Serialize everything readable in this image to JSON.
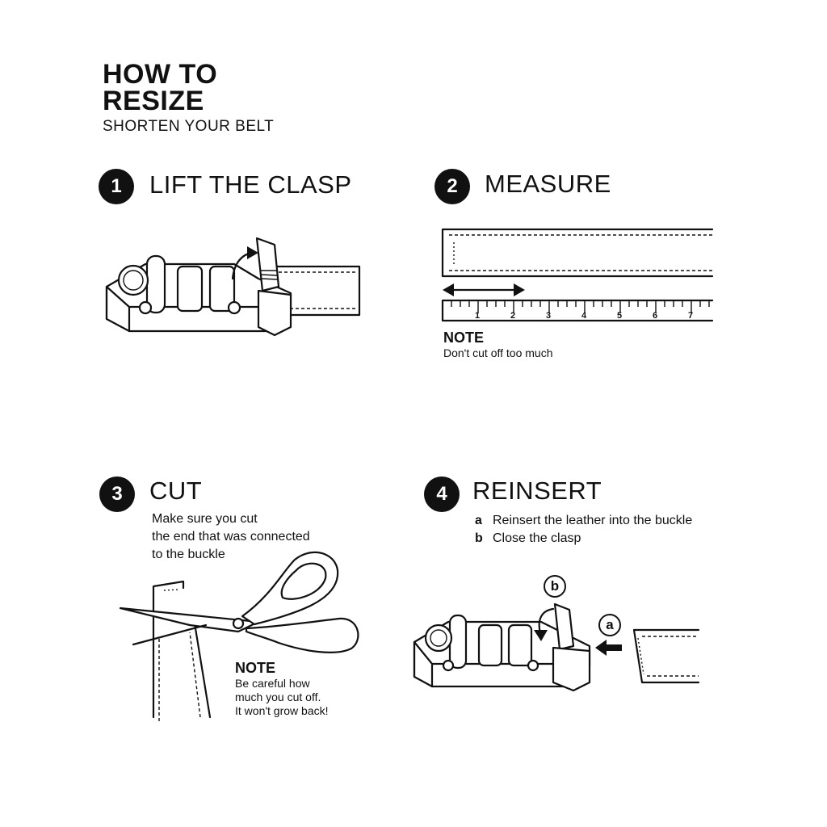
{
  "header": {
    "title_line1": "HOW TO",
    "title_line2": "RESIZE",
    "subtitle": "SHORTEN YOUR BELT"
  },
  "steps": [
    {
      "number": "1",
      "title": "LIFT THE CLASP"
    },
    {
      "number": "2",
      "title": "MEASURE",
      "note_head": "NOTE",
      "note_text": "Don't cut off too much",
      "ruler_labels": [
        "1",
        "2",
        "3",
        "4",
        "5",
        "6",
        "7"
      ]
    },
    {
      "number": "3",
      "title": "CUT",
      "instruction_lines": [
        "Make sure you cut",
        "the end that was connected",
        "to the buckle"
      ],
      "note_head": "NOTE",
      "note_lines": [
        "Be careful how",
        "much you cut off.",
        "It won't grow back!"
      ]
    },
    {
      "number": "4",
      "title": "REINSERT",
      "substeps": [
        {
          "letter": "a",
          "text": "Reinsert the leather into the buckle"
        },
        {
          "letter": "b",
          "text": "Close the clasp"
        }
      ]
    }
  ],
  "icons": {
    "badge_b": "b",
    "badge_a": "a"
  },
  "colors": {
    "ink": "#111111",
    "background": "#ffffff"
  }
}
